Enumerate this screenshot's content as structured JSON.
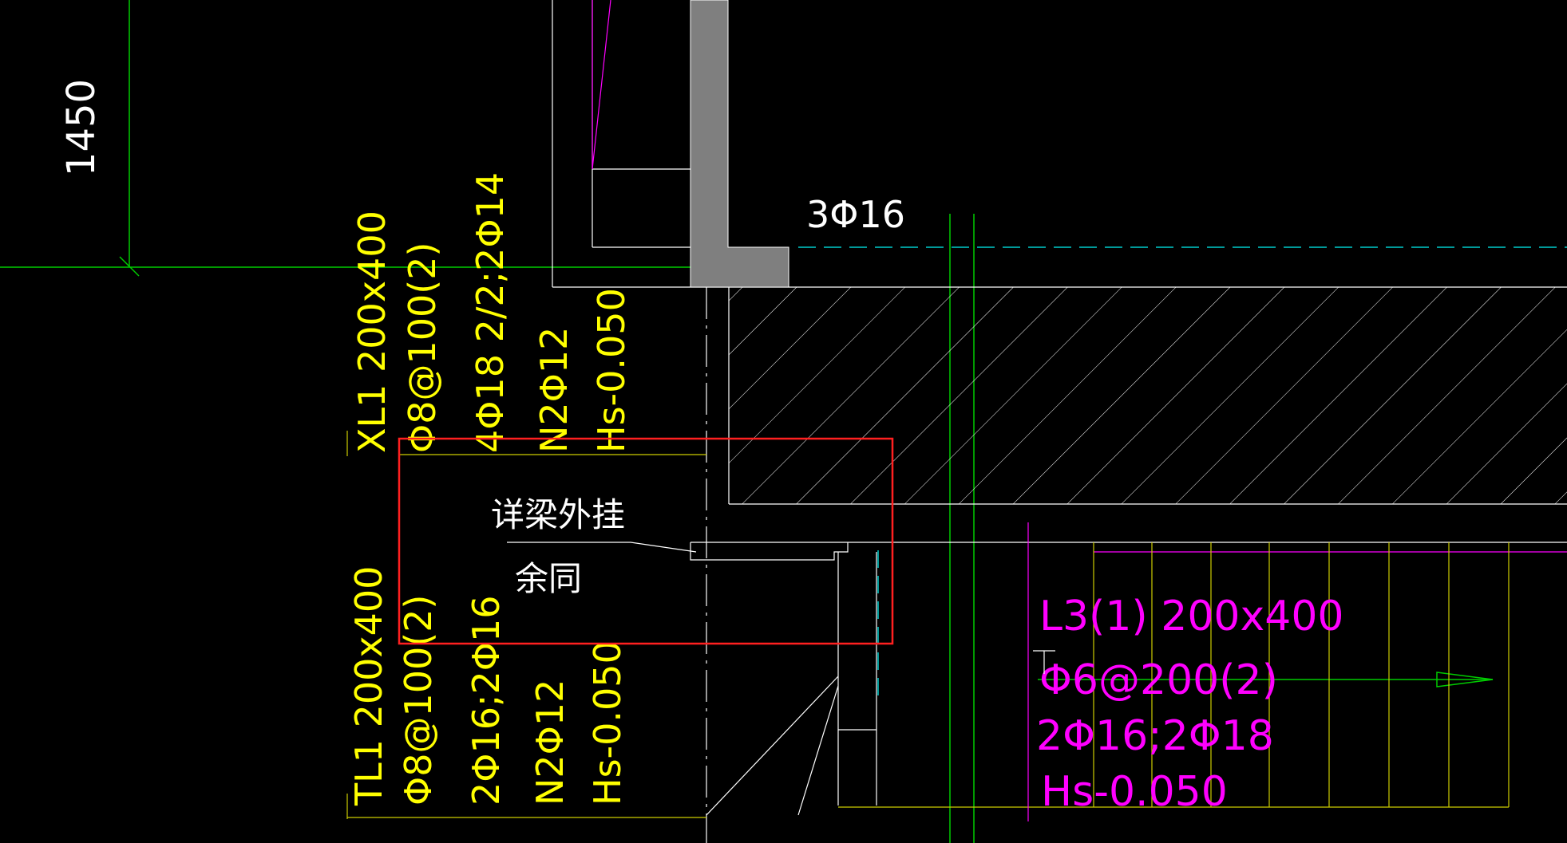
{
  "dimension": {
    "value": "1450"
  },
  "rebar_top": {
    "label": "3Φ16"
  },
  "beam_xl1": {
    "name": "XL1 200x400",
    "stirrup": "Φ8@100(2)",
    "main_bars": "4Φ18 2/2;2Φ14",
    "side_bars": "N2Φ12",
    "elevation": "Hs-0.050"
  },
  "beam_tl1": {
    "name": "TL1 200x400",
    "stirrup": "Φ8@100(2)",
    "main_bars": "2Φ16;2Φ16",
    "side_bars": "N2Φ12",
    "elevation": "Hs-0.050"
  },
  "beam_l3": {
    "name": "L3(1) 200x400",
    "stirrup": "Φ6@200(2)",
    "main_bars": "2Φ16;2Φ18",
    "elevation": "Hs-0.050"
  },
  "note": {
    "line1": "详梁外挂",
    "line2": "余同"
  },
  "colors": {
    "yellow": "#ffff00",
    "magenta": "#ff00ff",
    "green": "#00ff00",
    "cyan": "#00ffff",
    "white": "#ffffff",
    "red": "#ff0000",
    "grey_wall": "#7f7f7f"
  }
}
